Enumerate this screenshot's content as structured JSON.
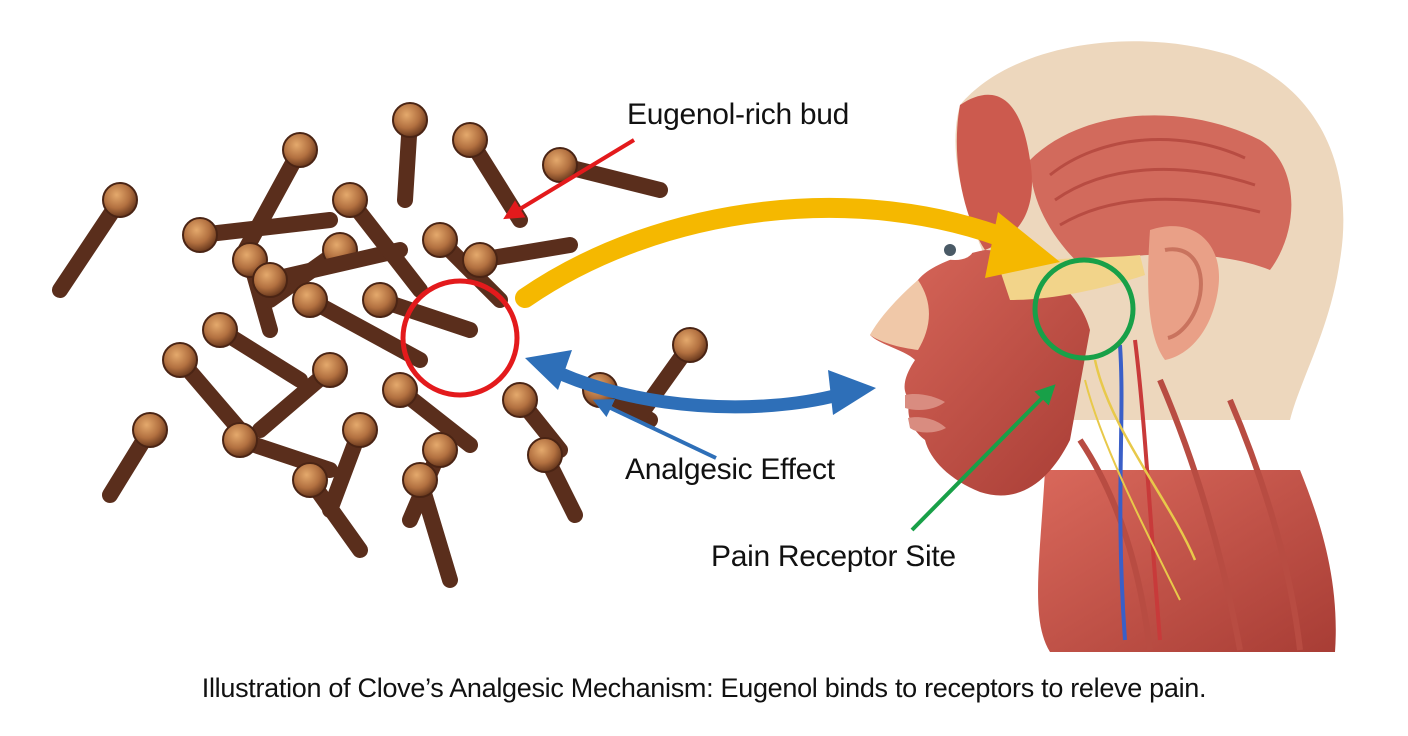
{
  "labels": {
    "bud": "Eugenol-rich bud",
    "analgesic": "Analgesic Effect",
    "receptor": "Pain Receptor Site"
  },
  "caption": "Illustration of Clove’s Analgesic Mechanism: Eugenol binds to receptors to releve pain.",
  "colors": {
    "red_marker": "#e31a1c",
    "yellow_arrow": "#f5b800",
    "blue_arrow": "#2e6fb8",
    "green_marker": "#18a048",
    "clove_stem": "#5a2e1c",
    "clove_bud": "#b87944",
    "muscle": "#c8554a",
    "skin": "#f0c8a8",
    "scalp": "#edd7bd"
  },
  "icons": [
    "clove-pile-image",
    "anatomical-head-image",
    "red-circle-marker",
    "green-circle-marker"
  ]
}
